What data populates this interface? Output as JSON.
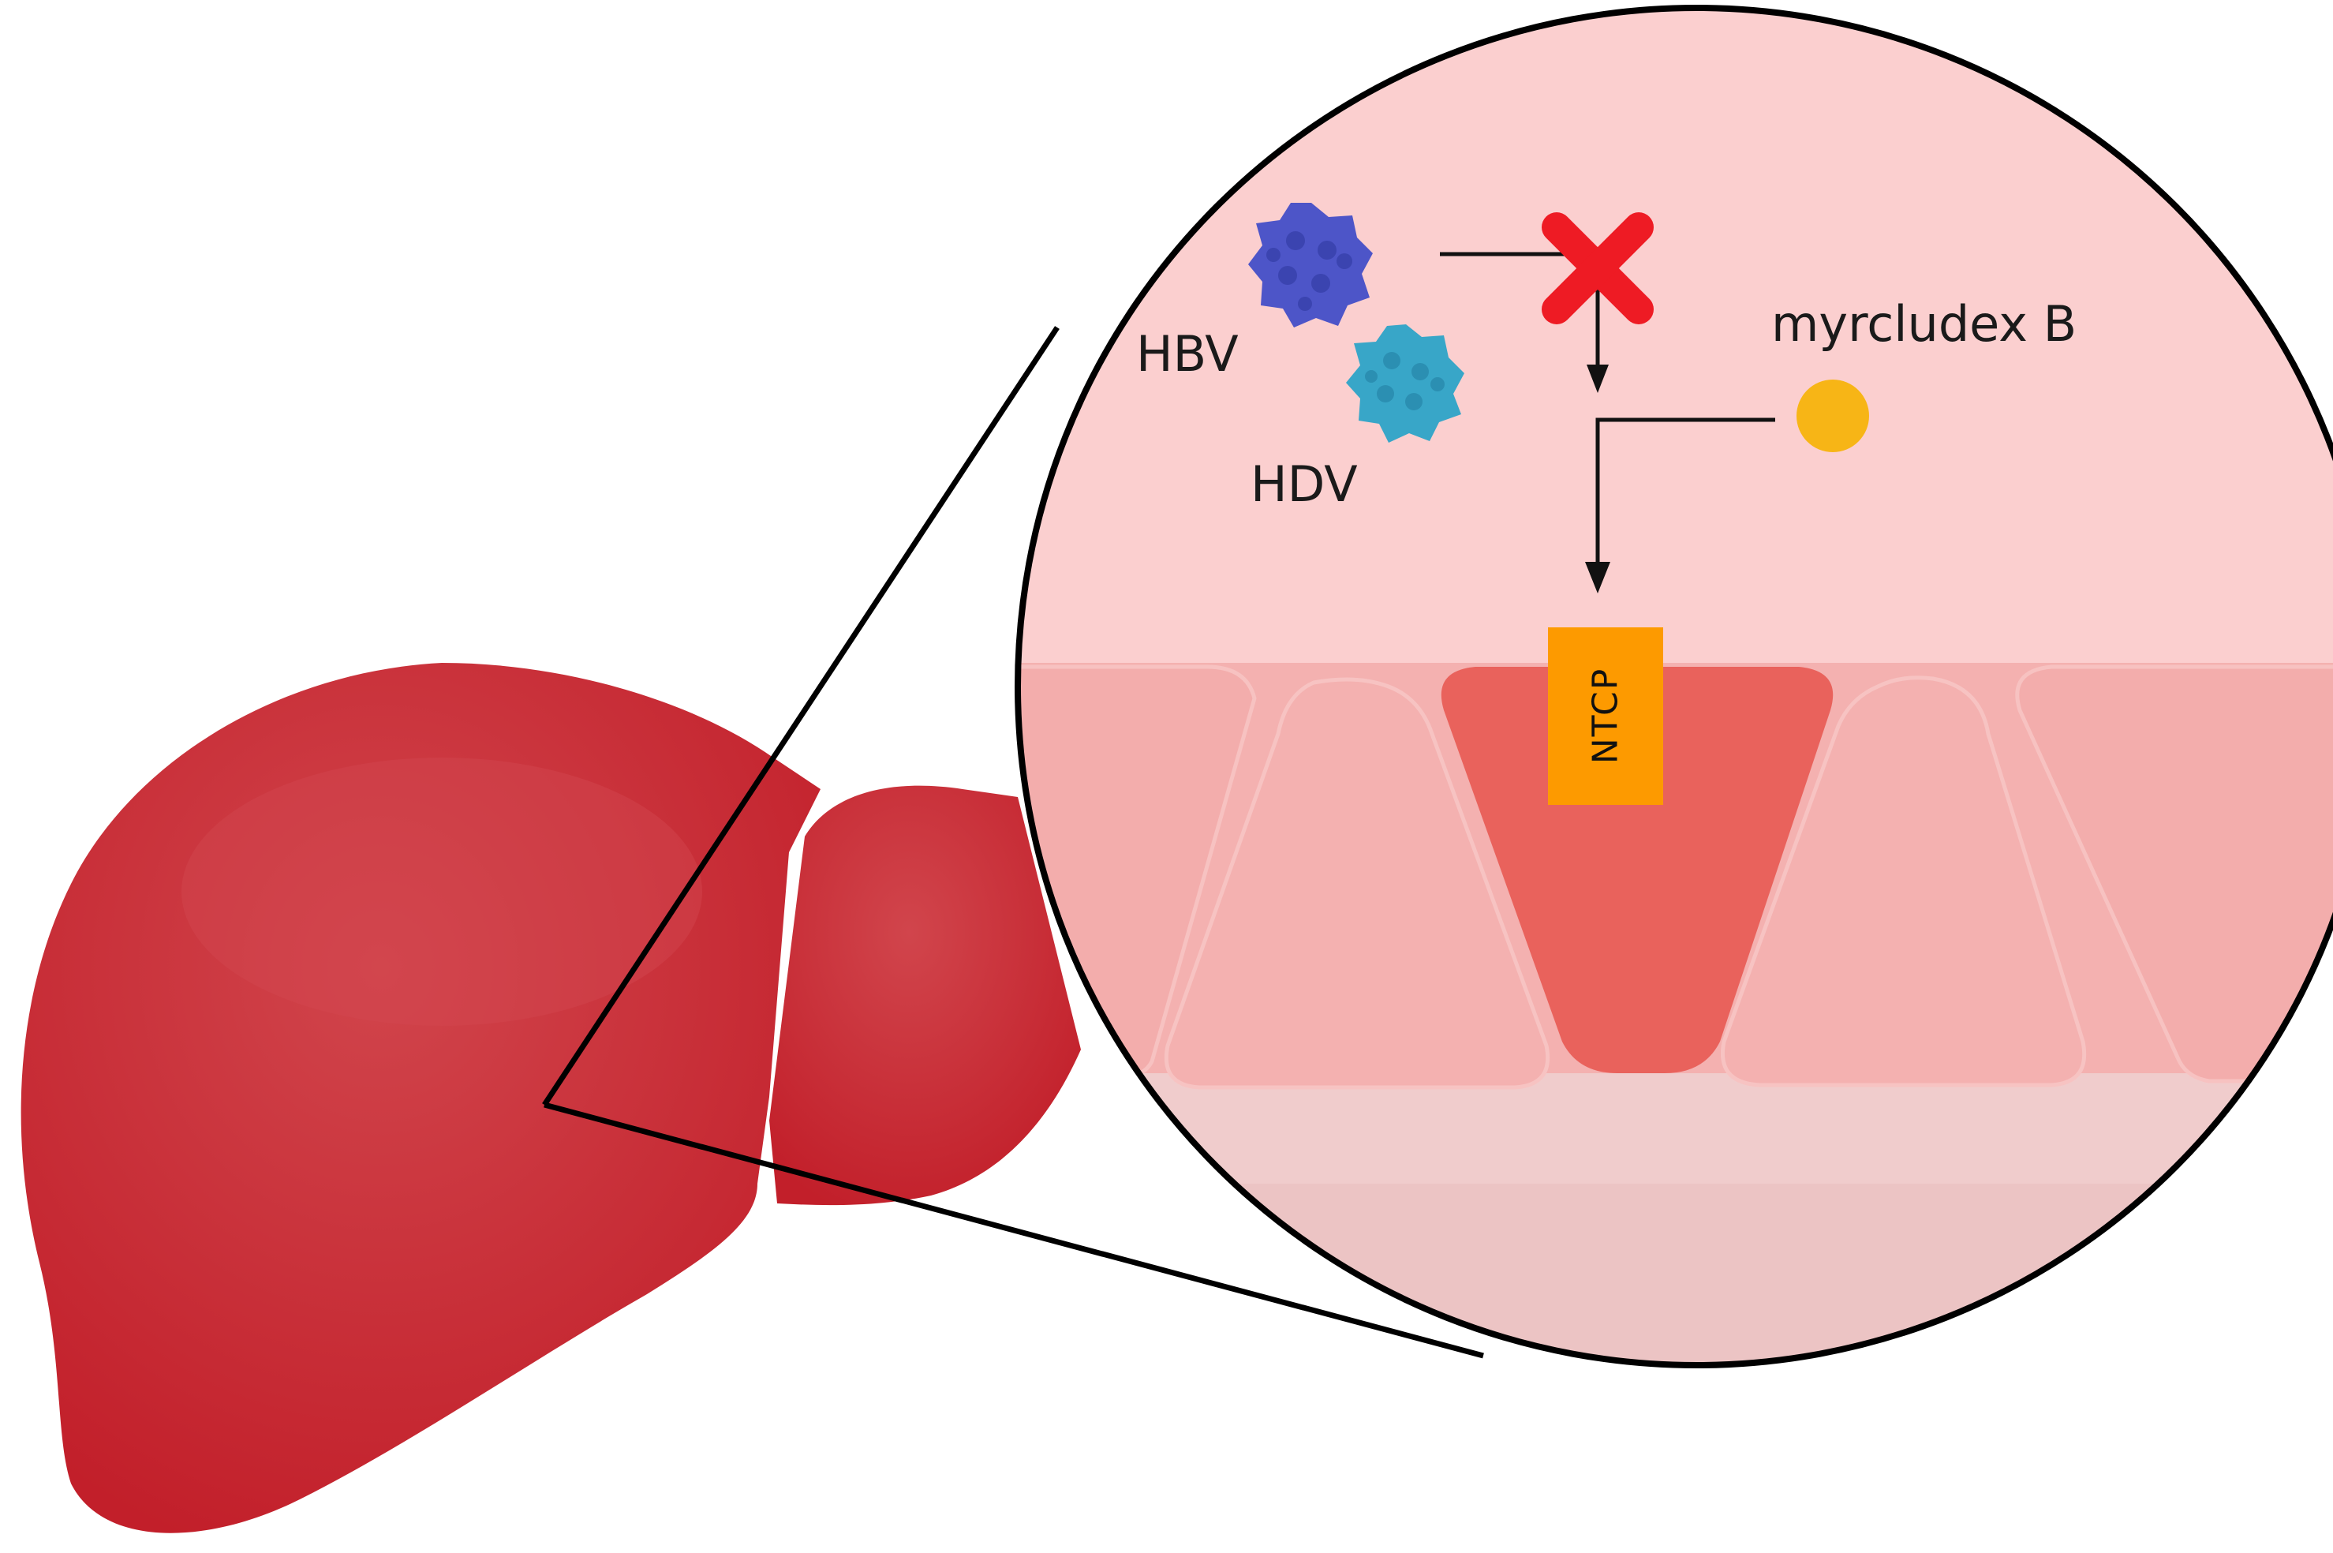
{
  "labels": {
    "hbv": "HBV",
    "hdv": "HDV",
    "drug": "myrcludex B",
    "receptor": "NTCP"
  },
  "colors": {
    "liver": "#c21f2a",
    "liver_highlight": "#cf3d45",
    "inset_background": "#fbcfcf",
    "cell_light": "#f4b1b0",
    "cell_target": "#e9625c",
    "lower_layer": "#f0cccc",
    "hbv": "#4d55c8",
    "hdv": "#38a6c8",
    "block_mark": "#ee1b24",
    "drug": "#f7b516",
    "receptor": "#fd9a00"
  },
  "icons": {
    "hbv": "virus-particle-icon",
    "hdv": "virus-particle-icon",
    "block": "red-x-block-icon",
    "drug": "circle-dot-icon"
  }
}
